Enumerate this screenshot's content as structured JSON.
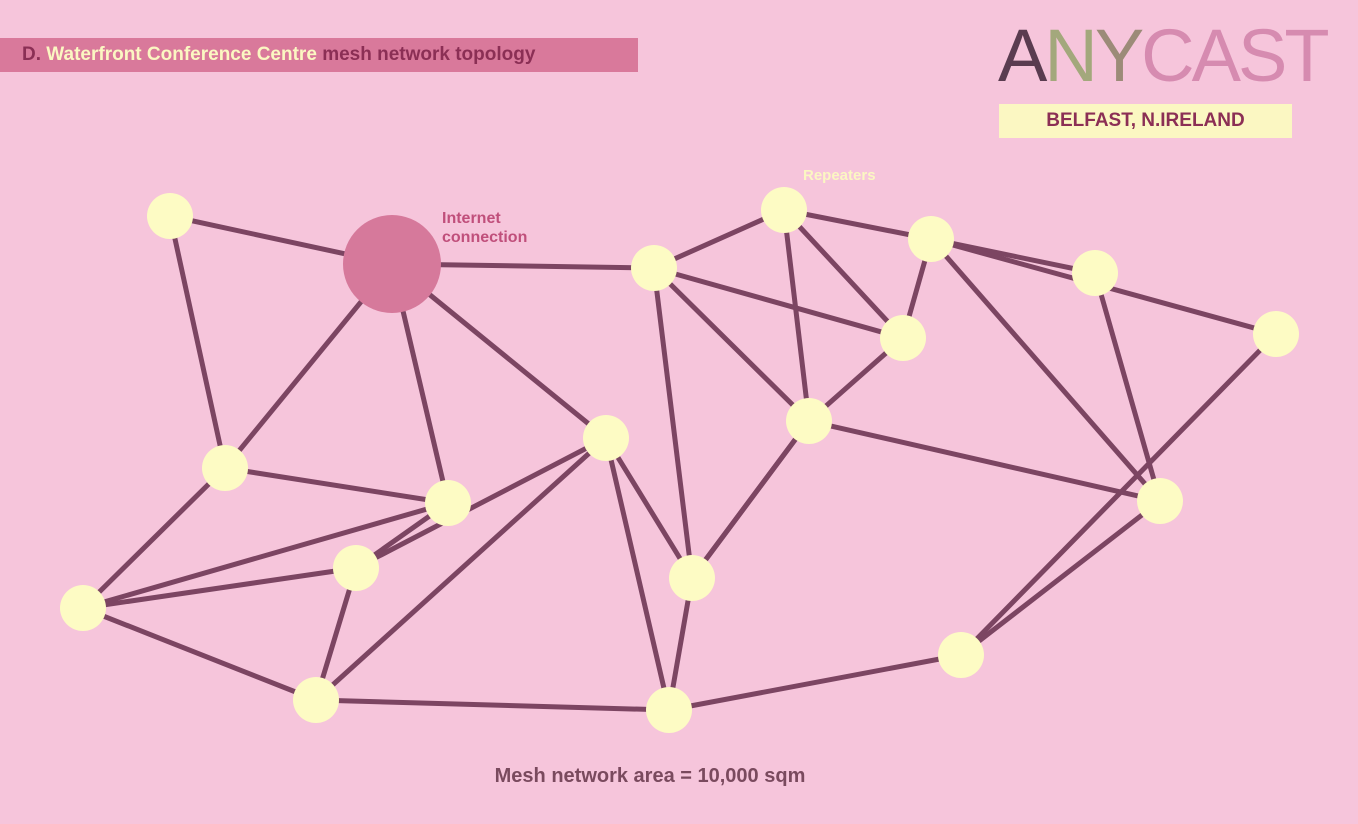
{
  "title": {
    "prefix": "D.",
    "highlight": "Waterfront Conference Centre",
    "suffix": "mesh network topology"
  },
  "logo": {
    "letters": [
      {
        "char": "A",
        "color": "#5a3c50"
      },
      {
        "char": "N",
        "color": "#a3a87c"
      },
      {
        "char": "Y",
        "color": "#9c8b78"
      },
      {
        "char": "C",
        "color": "#d68bb0"
      },
      {
        "char": "A",
        "color": "#d68bb0"
      },
      {
        "char": "S",
        "color": "#d68bb0"
      },
      {
        "char": "T",
        "color": "#d68bb0"
      }
    ]
  },
  "location": "BELFAST, N.IRELAND",
  "labels": {
    "internet_line1": "Internet",
    "internet_line2": "connection",
    "repeaters": "Repeaters"
  },
  "footer": "Mesh network area = 10,000 sqm",
  "colors": {
    "background": "#f6c5db",
    "edge": "#7c4562",
    "node": "#fdfbc4",
    "gateway": "#d6799b",
    "label_pink": "#c04f7b",
    "label_yellow": "#fbf7c2"
  },
  "diagram": {
    "gateway": "gw",
    "nodes": [
      "gw",
      "n1",
      "n2",
      "n3",
      "n4",
      "n5",
      "n6",
      "n7",
      "n8",
      "n9",
      "n10",
      "n11",
      "n12",
      "n13",
      "n14",
      "n15",
      "n16",
      "n17",
      "n18",
      "n19"
    ],
    "edges": [
      [
        "n1",
        "gw"
      ],
      [
        "n1",
        "n3"
      ],
      [
        "gw",
        "n3"
      ],
      [
        "gw",
        "n6"
      ],
      [
        "gw",
        "n7"
      ],
      [
        "gw",
        "n11"
      ],
      [
        "n11",
        "n12"
      ],
      [
        "n11",
        "n13"
      ],
      [
        "n11",
        "n9"
      ],
      [
        "n11",
        "n10"
      ],
      [
        "n12",
        "n13"
      ],
      [
        "n12",
        "n10"
      ],
      [
        "n12",
        "n14"
      ],
      [
        "n13",
        "n14"
      ],
      [
        "n13",
        "n10"
      ],
      [
        "n14",
        "n15"
      ],
      [
        "n14",
        "n17"
      ],
      [
        "n14",
        "n18"
      ],
      [
        "n15",
        "n17"
      ],
      [
        "n10",
        "n17"
      ],
      [
        "n10",
        "n9"
      ],
      [
        "n10",
        "n19"
      ],
      [
        "n9",
        "n19"
      ],
      [
        "n3",
        "n2"
      ],
      [
        "n3",
        "n6"
      ],
      [
        "n6",
        "n2"
      ],
      [
        "n6",
        "n4"
      ],
      [
        "n7",
        "n4"
      ],
      [
        "n7",
        "n5"
      ],
      [
        "n7",
        "n19"
      ],
      [
        "n7",
        "n8"
      ],
      [
        "n2",
        "n4"
      ],
      [
        "n2",
        "n5"
      ],
      [
        "n4",
        "n5"
      ],
      [
        "n5",
        "n8"
      ],
      [
        "n19",
        "n8"
      ],
      [
        "n8",
        "n16"
      ],
      [
        "n16",
        "n17"
      ],
      [
        "n16",
        "n18"
      ]
    ]
  }
}
